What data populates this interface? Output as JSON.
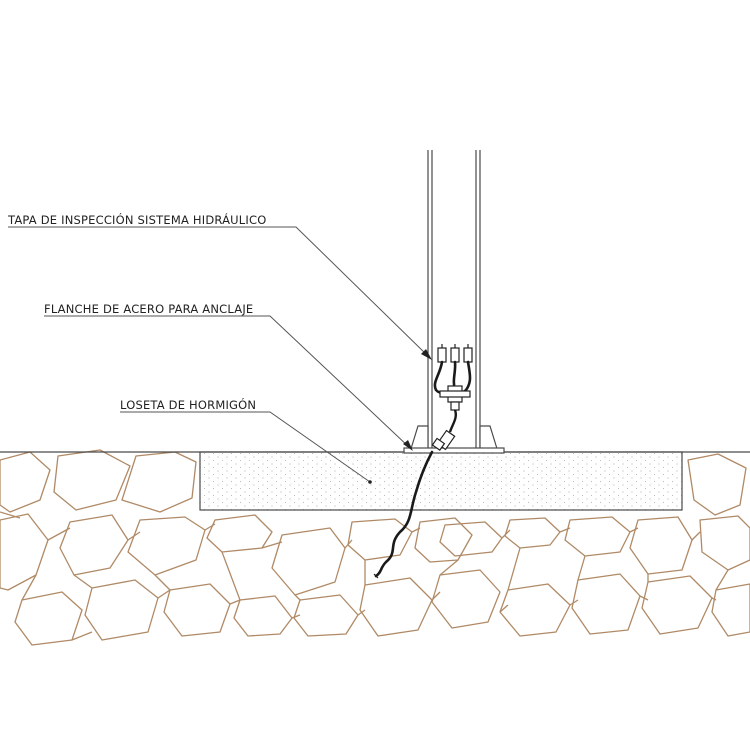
{
  "labels": {
    "inspection_cover": "TAPA DE INSPECCIÓN SISTEMA HIDRÁULICO",
    "steel_flange": "FLANCHE DE ACERO PARA ANCLAJE",
    "concrete_slab": "LOSETA DE HORMIGÓN"
  },
  "colors": {
    "line": "#4a4a4a",
    "leader": "#555555",
    "stone": "#b08a66",
    "slab_dots": "#9a9a9a",
    "cable": "#1a1a1a"
  }
}
